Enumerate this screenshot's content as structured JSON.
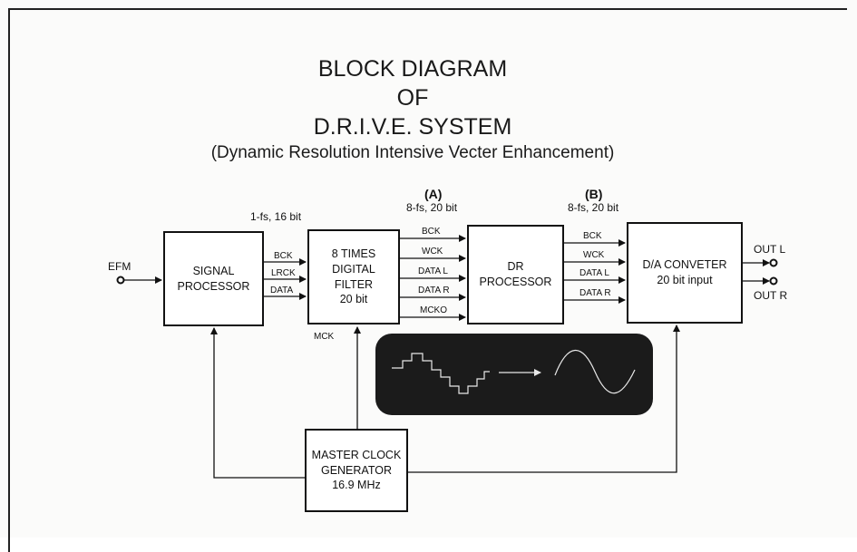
{
  "title": {
    "line1": "BLOCK DIAGRAM",
    "line2": "OF",
    "line3": "D.R.I.V.E. SYSTEM",
    "subtitle": "(Dynamic Resolution Intensive Vecter Enhancement)"
  },
  "nodes": {
    "signal_processor": "SIGNAL\nPROCESSOR",
    "digital_filter": "8 TIMES\nDIGITAL\nFILTER\n20 bit",
    "dr_processor": "DR\nPROCESSOR",
    "da_converter": "D/A CONVETER\n20 bit input",
    "master_clock": "MASTER CLOCK\nGENERATOR\n16.9 MHz"
  },
  "input_label": "EFM",
  "outputs": [
    "OUT L",
    "OUT R"
  ],
  "signals_1": {
    "header": "1-fs, 16 bit",
    "lines": [
      "BCK",
      "LRCK",
      "DATA"
    ]
  },
  "signals_a": {
    "marker": "(A)",
    "header": "8-fs, 20 bit",
    "lines": [
      "BCK",
      "WCK",
      "DATA L",
      "DATA R",
      "MCKO"
    ]
  },
  "signals_b": {
    "marker": "(B)",
    "header": "8-fs, 20 bit",
    "lines": [
      "BCK",
      "WCK",
      "DATA L",
      "DATA R"
    ]
  },
  "mck_label": "MCK",
  "colors": {
    "line": "#111111",
    "panel": "#1b1b1b",
    "panel_line": "#e8e8e8"
  }
}
